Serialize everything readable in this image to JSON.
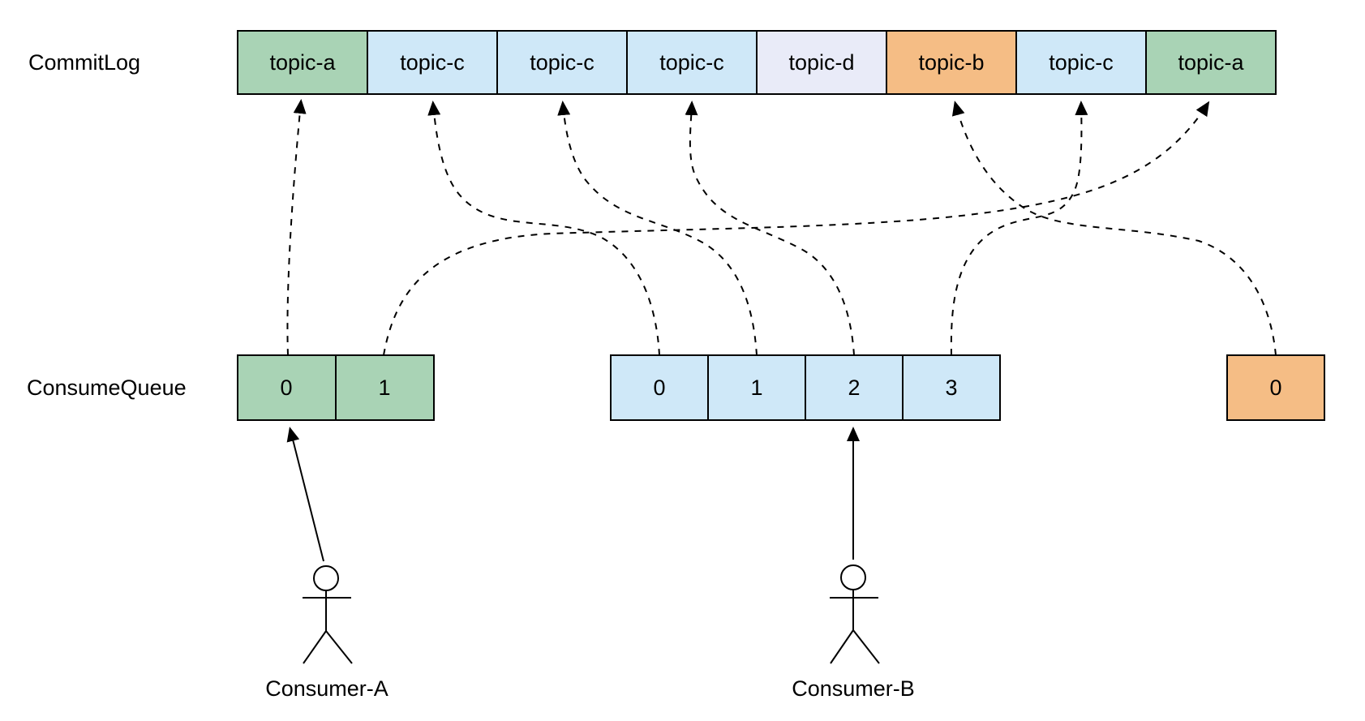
{
  "diagram": {
    "title_hint": "Message queue commit log and consume queue mapping",
    "colors": {
      "green": "#a9d3b5",
      "blue": "#cfe8f8",
      "lavender": "#e9ebf8",
      "orange": "#f5bd85",
      "stroke": "#000000",
      "background": "#ffffff"
    },
    "commitlog": {
      "label": "CommitLog",
      "cells": [
        {
          "label": "topic-a",
          "color": "green",
          "fill": "#a9d3b5"
        },
        {
          "label": "topic-c",
          "color": "blue",
          "fill": "#cfe8f8"
        },
        {
          "label": "topic-c",
          "color": "blue",
          "fill": "#cfe8f8"
        },
        {
          "label": "topic-c",
          "color": "blue",
          "fill": "#cfe8f8"
        },
        {
          "label": "topic-d",
          "color": "lavender",
          "fill": "#e9ebf8"
        },
        {
          "label": "topic-b",
          "color": "orange",
          "fill": "#f5bd85"
        },
        {
          "label": "topic-c",
          "color": "blue",
          "fill": "#cfe8f8"
        },
        {
          "label": "topic-a",
          "color": "green",
          "fill": "#a9d3b5"
        }
      ]
    },
    "consumequeue": {
      "label": "ConsumeQueue",
      "groups": [
        {
          "color": "green",
          "fill": "#a9d3b5",
          "cells": [
            "0",
            "1"
          ]
        },
        {
          "color": "blue",
          "fill": "#cfe8f8",
          "cells": [
            "0",
            "1",
            "2",
            "3"
          ]
        },
        {
          "color": "orange",
          "fill": "#f5bd85",
          "cells": [
            "0"
          ]
        }
      ]
    },
    "links": [
      {
        "from": "ConsumeQueue green[0]",
        "to": "CommitLog[0] topic-a",
        "style": "dashed"
      },
      {
        "from": "ConsumeQueue green[1]",
        "to": "CommitLog[7] topic-a",
        "style": "dashed"
      },
      {
        "from": "ConsumeQueue blue[0]",
        "to": "CommitLog[1] topic-c",
        "style": "dashed"
      },
      {
        "from": "ConsumeQueue blue[1]",
        "to": "CommitLog[2] topic-c",
        "style": "dashed"
      },
      {
        "from": "ConsumeQueue blue[2]",
        "to": "CommitLog[3] topic-c",
        "style": "dashed"
      },
      {
        "from": "ConsumeQueue blue[3]",
        "to": "CommitLog[6] topic-c",
        "style": "dashed"
      },
      {
        "from": "ConsumeQueue orange[0]",
        "to": "CommitLog[5] topic-b",
        "style": "dashed"
      }
    ],
    "consumers": [
      {
        "label": "Consumer-A",
        "points_to": "ConsumeQueue green[0]",
        "style": "solid"
      },
      {
        "label": "Consumer-B",
        "points_to": "ConsumeQueue blue[2]",
        "style": "solid"
      }
    ]
  }
}
